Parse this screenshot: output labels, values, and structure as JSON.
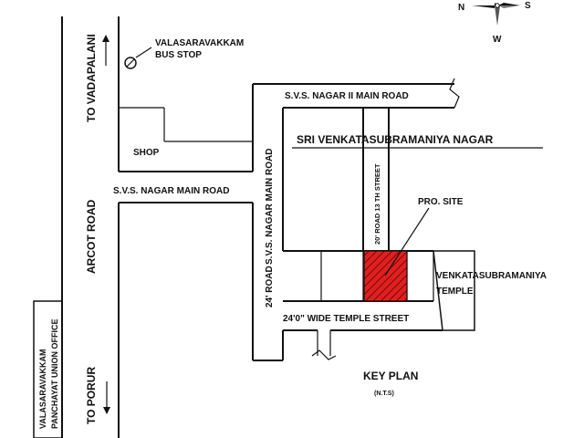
{
  "compass": {
    "north": "N",
    "south": "S",
    "west": "W"
  },
  "labels": {
    "to_vadapalani": "TO VADAPALANI",
    "arcot_road": "ARCOT ROAD",
    "to_porur": "TO PORUR",
    "bus_stop_line1": "VALASARAVAKKAM",
    "bus_stop_line2": "BUS STOP",
    "svs_nagar_ii_main_road": "S.V.S. NAGAR II MAIN ROAD",
    "sri_venkatasubramaniya_nagar": "SRI VENKATASUBRAMANIYA NAGAR",
    "shop": "SHOP",
    "svs_nagar_main_road_horizontal": "S.V.S. NAGAR MAIN ROAD",
    "svs_nagar_main_road_vertical": "S.V.S. NAGAR MAIN ROAD",
    "road_24": "24' ROAD",
    "street_13th": "20' ROAD 13 TH STREET",
    "pro_site": "PRO. SITE",
    "temple_line1": "VENKATASUBRAMANIYA",
    "temple_line2": "TEMPLE",
    "temple_street": "24'0\" WIDE TEMPLE  STREET",
    "panchayat_line1": "VALASARAVAKKAM",
    "panchayat_line2": "PANCHAYAT UNION OFFICE",
    "key_plan": "KEY PLAN",
    "nts": "(N.T.S)"
  },
  "colors": {
    "line": "#111111",
    "site_fill": "#e02020",
    "site_hatch": "#5a0000"
  },
  "icons": {
    "compass": "compass-rose-icon",
    "bus_stop": "bus-stop-marker-icon",
    "arrow_up": "arrow-up-icon",
    "arrow_down": "arrow-down-icon"
  }
}
